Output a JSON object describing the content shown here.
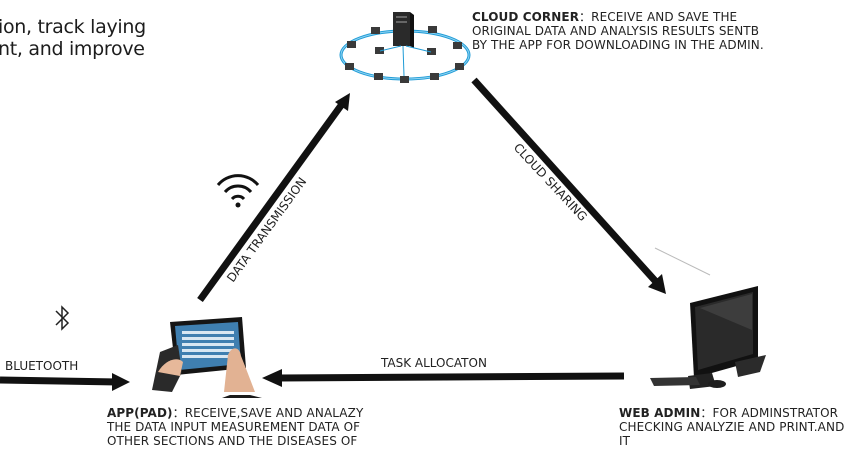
{
  "header": {
    "line1": "ion, track laying",
    "line2": "nt, and improve"
  },
  "cloud": {
    "heading": "CLOUD CORNER",
    "sep": "：",
    "text": "RECEIVE AND SAVE THE ORIGINAL DATA AND ANALYSIS RESULTS SENTB BY THE APP FOR DOWNLOADING IN THE ADMIN."
  },
  "app": {
    "heading": "APP(PAD)",
    "sep": "：",
    "text": "RECEIVE,SAVE AND ANALAZY THE DATA INPUT MEASUREMENT DATA OF OTHER SECTIONS AND THE DISEASES OF"
  },
  "admin": {
    "heading": "WEB ADMIN",
    "sep": "：",
    "text": "FOR ADMINSTRATOR CHECKING ANALYZIE AND PRINT.AND IT"
  },
  "edges": {
    "data_transmission": "DATA TRANSMISSION",
    "cloud_sharing": "CLOUD SHARING",
    "task_allocation": "TASK ALLOCATON",
    "bluetooth": "BLUETOOTH"
  },
  "icons": {
    "wifi": "wifi-icon",
    "bluetooth": "bluetooth-icon",
    "cloud_network": "cloud-network-icon",
    "tablet": "tablet-icon",
    "computer": "computer-icon"
  }
}
